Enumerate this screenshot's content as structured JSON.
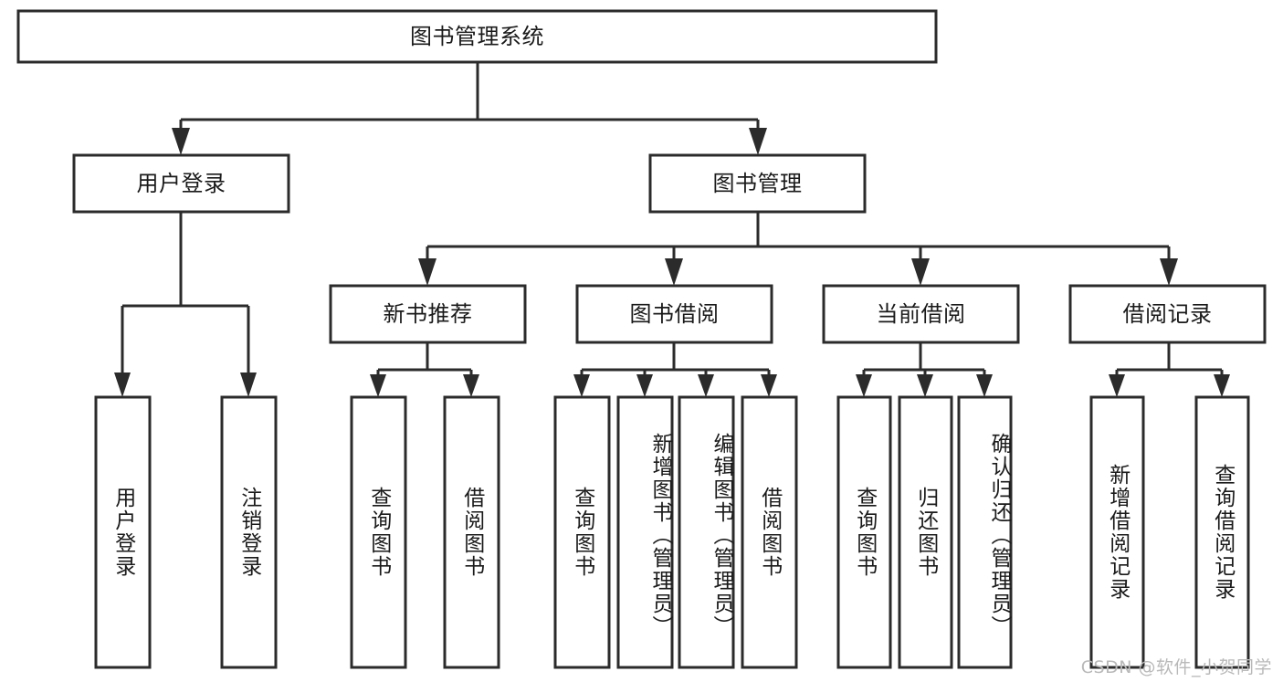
{
  "diagram": {
    "title": "图书管理系统",
    "type": "tree-hierarchy-diagram",
    "watermark": "CSDN @软件_小贺同学",
    "colors": {
      "stroke": "#2b2b2b",
      "fill": "#ffffff",
      "text": "#1a1a1a",
      "watermark": "#b9b9b9"
    },
    "root": {
      "label": "图书管理系统"
    },
    "level2": [
      {
        "label": "用户登录"
      },
      {
        "label": "图书管理"
      }
    ],
    "level3": [
      {
        "label": "新书推荐"
      },
      {
        "label": "图书借阅"
      },
      {
        "label": "当前借阅"
      },
      {
        "label": "借阅记录"
      }
    ],
    "leaves": {
      "user_login": [
        {
          "label": "用户登录"
        },
        {
          "label": "注销登录"
        }
      ],
      "new_book_recommend": [
        {
          "label": "查询图书"
        },
        {
          "label": "借阅图书"
        }
      ],
      "book_borrow": [
        {
          "label": "查询图书"
        },
        {
          "label": "新增图书（管理员）"
        },
        {
          "label": "编辑图书（管理员）"
        },
        {
          "label": "借阅图书"
        }
      ],
      "current_borrow": [
        {
          "label": "查询图书"
        },
        {
          "label": "归还图书"
        },
        {
          "label": "确认归还（管理员）"
        }
      ],
      "borrow_record": [
        {
          "label": "新增借阅记录"
        },
        {
          "label": "查询借阅记录"
        }
      ]
    }
  }
}
